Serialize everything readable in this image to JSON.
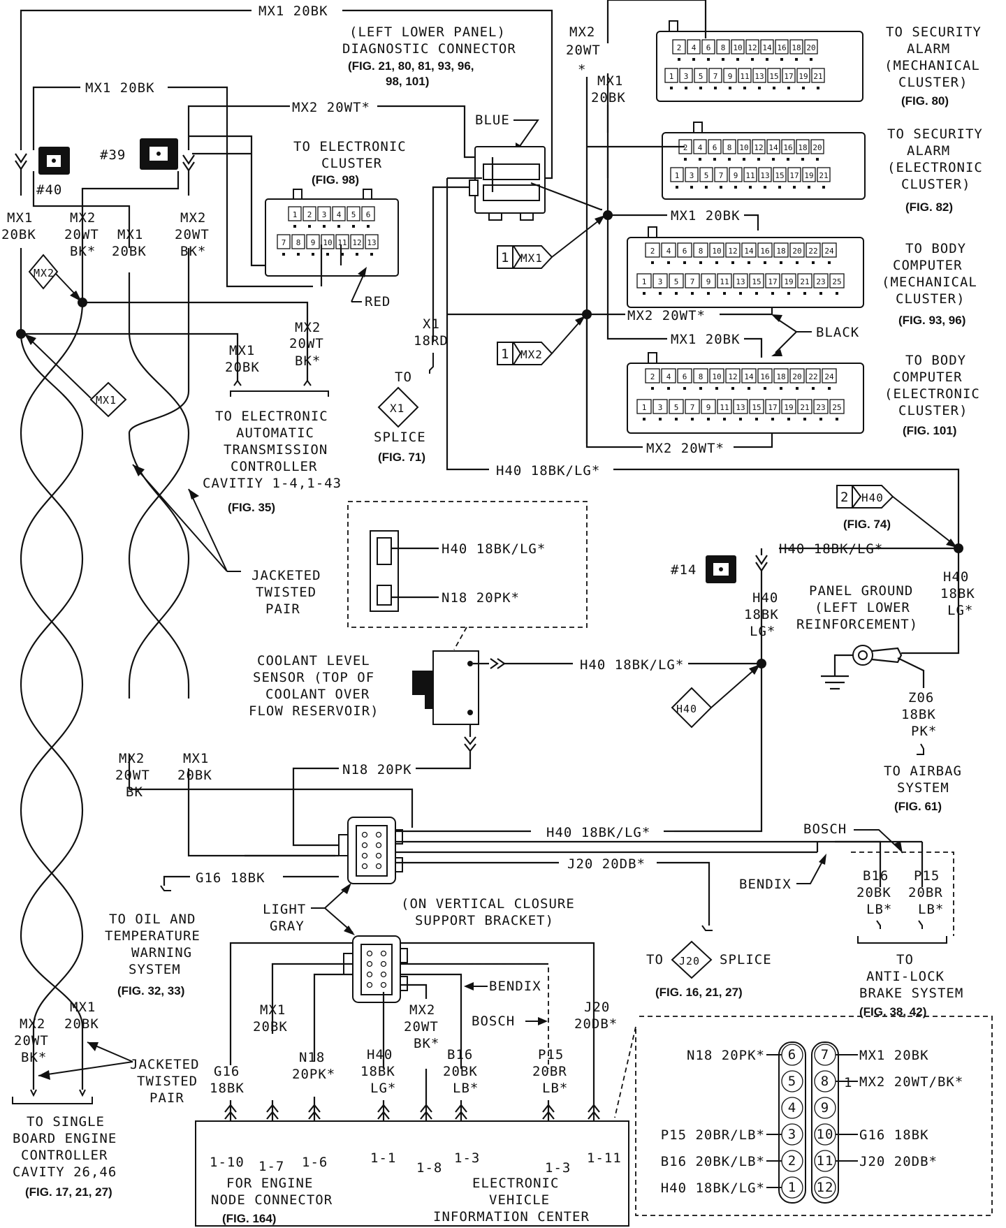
{
  "wires": {
    "mx1_20bk": "MX1 20BK",
    "mx2_20wt_star": "MX2 20WT*",
    "mx2": "MX2",
    "mx1": "MX1",
    "w20bk": "20BK",
    "w20wt": "20WT",
    "bk_star": "BK*",
    "bk": "BK",
    "star": "*",
    "x1": "X1",
    "w18rd": "18RD",
    "to": "TO",
    "h40_18bklg": "H40 18BK/LG*",
    "n18_20pk_star": "N18 20PK*",
    "n18_20pk": "N18 20PK",
    "h40": "H40",
    "w18bk": "18BK",
    "lg_star": "LG*",
    "j20_20db": "J20 20DB*",
    "g16_18bk": "G16 18BK",
    "z06": "Z06",
    "pk_star": "PK*",
    "b16": "B16",
    "p15": "P15",
    "w20br": "20BR",
    "lb_star": "LB*",
    "g16": "G16",
    "n18": "N18",
    "w20pk_star": "20PK*",
    "j20": "J20",
    "w20db_star": "20DB*",
    "bendix": "BENDIX",
    "bosch": "BOSCH",
    "blue": "BLUE",
    "red": "RED",
    "black": "BLACK",
    "light": "LIGHT",
    "gray": "GRAY"
  },
  "connectors": {
    "c40": "#40",
    "c39": "#39",
    "c14": "#14",
    "diag_1": "(LEFT LOWER PANEL)",
    "diag_2": "DIAGNOSTIC CONNECTOR",
    "diag_fig1": "(FIG. 21, 80, 81, 93, 96,",
    "diag_fig2": "98, 101)",
    "ec_1": "TO ELECTRONIC",
    "ec_2": "CLUSTER",
    "ec_fig": "(FIG. 98)",
    "sam_1": "TO SECURITY",
    "sam_2": "ALARM",
    "sam_3": "(MECHANICAL",
    "sam_4": "CLUSTER)",
    "sam_fig": "(FIG. 80)",
    "sae_1": "TO SECURITY",
    "sae_2": "ALARM",
    "sae_3": "(ELECTRONIC",
    "sae_4": "CLUSTER)",
    "sae_fig": "(FIG. 82)",
    "bcm_1": "TO BODY",
    "bcm_2": "COMPUTER",
    "bcm_3": "(MECHANICAL",
    "bcm_4": "CLUSTER)",
    "bcm_fig": "(FIG. 93, 96)",
    "bce_1": "TO BODY",
    "bce_2": "COMPUTER",
    "bce_3": "(ELECTRONIC",
    "bce_4": "CLUSTER)",
    "bce_fig": "(FIG. 101)",
    "splice": "SPLICE",
    "fig71": "(FIG. 71)",
    "eat_1": "TO ELECTRONIC",
    "eat_2": "AUTOMATIC",
    "eat_3": "TRANSMISSION",
    "eat_4": "CONTROLLER",
    "eat_5": "CAVITIY 1-4,1-43",
    "eat_fig": "(FIG. 35)",
    "jtp_1": "JACKETED",
    "jtp_2": "TWISTED",
    "jtp_3": "PAIR",
    "fig74": "(FIG. 74)",
    "pg_1": "PANEL GROUND",
    "pg_2": "(LEFT LOWER",
    "pg_3": "REINFORCEMENT)",
    "cls_1": "COOLANT LEVEL",
    "cls_2": "SENSOR (TOP OF",
    "cls_3": "COOLANT OVER",
    "cls_4": "FLOW RESERVOIR)",
    "air_1": "TO AIRBAG",
    "air_2": "SYSTEM",
    "air_fig": "(FIG. 61)",
    "oil_1": "TO OIL AND",
    "oil_2": "TEMPERATURE",
    "oil_3": "WARNING",
    "oil_4": "SYSTEM",
    "oil_fig": "(FIG. 32, 33)",
    "vert_1": "(ON VERTICAL CLOSURE",
    "vert_2": "SUPPORT BRACKET)",
    "j20_fig": "(FIG. 16, 21, 27)",
    "abs_1": "TO",
    "abs_2": "ANTI-LOCK",
    "abs_3": "BRAKE SYSTEM",
    "abs_fig": "(FIG. 38, 42)",
    "sbec_1": "TO SINGLE",
    "sbec_2": "BOARD ENGINE",
    "sbec_3": "CONTROLLER",
    "sbec_4": "CAVITY 26,46",
    "sbec_fig": "(FIG. 17, 21, 27)",
    "eng_1": "FOR ENGINE",
    "eng_2": "NODE CONNECTOR",
    "eng_fig": "(FIG. 164)",
    "evic_1": "ELECTRONIC",
    "evic_2": "VEHICLE",
    "evic_3": "INFORMATION CENTER"
  },
  "markers": {
    "mx1": "MX1",
    "mx2": "MX2",
    "h40": "H40",
    "x1": "X1",
    "j20": "J20",
    "n1": "1",
    "n2": "2"
  },
  "cavities": [
    "1-10",
    "1-7",
    "1-6",
    "1-1",
    "1-8",
    "1-3",
    "1-3",
    "1-11"
  ],
  "pinout": {
    "left": [
      {
        "pin": "6",
        "label": "N18 20PK*"
      },
      {
        "pin": "5",
        "label": ""
      },
      {
        "pin": "4",
        "label": ""
      },
      {
        "pin": "3",
        "label": "P15 20BR/LB*"
      },
      {
        "pin": "2",
        "label": "B16 20BK/LB*"
      },
      {
        "pin": "1",
        "label": "H40 18BK/LG*"
      }
    ],
    "right": [
      {
        "pin": "7",
        "label": "MX1 20BK"
      },
      {
        "pin": "8",
        "label": "MX2 20WT/BK*"
      },
      {
        "pin": "9",
        "label": ""
      },
      {
        "pin": "10",
        "label": "G16 18BK"
      },
      {
        "pin": "11",
        "label": "J20 20DB*"
      },
      {
        "pin": "12",
        "label": ""
      }
    ],
    "bracket_num": "1"
  },
  "ec_pins_top": [
    "1",
    "2",
    "3",
    "4",
    "5",
    "6"
  ],
  "ec_pins_bot": [
    "7",
    "8",
    "9",
    "10",
    "11",
    "12",
    "13"
  ],
  "alarm_pins_top": [
    "2",
    "4",
    "6",
    "8",
    "10",
    "12",
    "14",
    "16",
    "18",
    "20"
  ],
  "alarm_pins_bot": [
    "1",
    "3",
    "5",
    "7",
    "9",
    "11",
    "13",
    "15",
    "17",
    "19",
    "21"
  ],
  "bcm_pins_top": [
    "2",
    "4",
    "6",
    "8",
    "10",
    "12",
    "14",
    "16",
    "18",
    "20",
    "22",
    "24"
  ],
  "bcm_pins_bot": [
    "1",
    "3",
    "5",
    "7",
    "9",
    "11",
    "13",
    "15",
    "17",
    "19",
    "21",
    "23",
    "25"
  ]
}
